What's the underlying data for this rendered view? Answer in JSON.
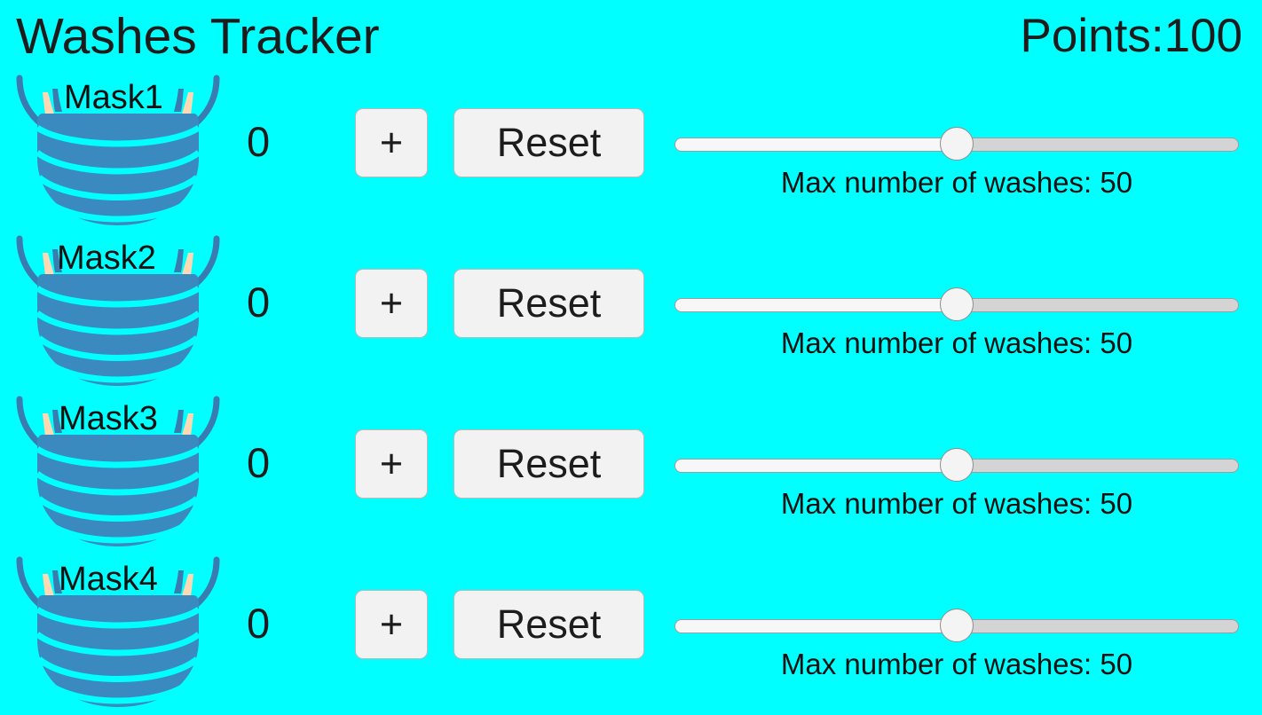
{
  "header": {
    "title": "Washes Tracker",
    "points_label": "Points:",
    "points_value": "100"
  },
  "colors": {
    "background": "#00ffff",
    "mask_body": "#3a8ac0",
    "mask_strap": "#3a7cb0",
    "mask_ear": "#ffd9b3",
    "button_face": "#f2f2f2",
    "button_border": "#b9b9b9",
    "slider_track": "#d4d4d4",
    "slider_fill": "#f7f7f7",
    "text": "#1c1c1c"
  },
  "controls": {
    "increment_label": "+",
    "reset_label": "Reset",
    "slider_caption_prefix": "Max number of washes: "
  },
  "icons": {
    "mask": "face-mask-icon"
  },
  "rows": [
    {
      "label": "Mask1",
      "count": "0",
      "increment_label": "+",
      "reset_label": "Reset",
      "max_washes": "50",
      "slider_caption": "Max number of washes: 50",
      "slider_percent": 50
    },
    {
      "label": "Mask2",
      "count": "0",
      "increment_label": "+",
      "reset_label": "Reset",
      "max_washes": "50",
      "slider_caption": "Max number of washes: 50",
      "slider_percent": 50
    },
    {
      "label": "Mask3",
      "count": "0",
      "increment_label": "+",
      "reset_label": "Reset",
      "max_washes": "50",
      "slider_caption": "Max number of washes: 50",
      "slider_percent": 50
    },
    {
      "label": "Mask4",
      "count": "0",
      "increment_label": "+",
      "reset_label": "Reset",
      "max_washes": "50",
      "slider_caption": "Max number of washes: 50",
      "slider_percent": 50
    }
  ]
}
